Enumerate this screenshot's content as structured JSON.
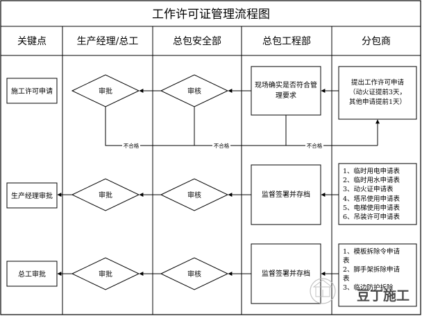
{
  "title": "工作许可证管理流程图",
  "columns": [
    "关键点",
    "生产经理/总工",
    "总包安全部",
    "总包工程部",
    "分包商"
  ],
  "key_points": [
    "施工许可申请",
    "生产经理审批",
    "总工审批"
  ],
  "row1": {
    "manager": "审批",
    "safety": "审核",
    "engineering": [
      "现场确实是否符合管",
      "理要求"
    ],
    "sub": [
      "提出工作许可申请",
      "（动火证提前3天，",
      "其他申请提前1天）"
    ],
    "reject": "不合格"
  },
  "row2": {
    "manager": "审批",
    "safety": "审核",
    "engineering": "监督签署并存档",
    "sub": [
      "1、临时用电申请表",
      "2、临时用水申请表",
      "3、动火证申请表",
      "4、塔吊使用申请表",
      "5、电梯使用申请表",
      "6、吊装许可申请表"
    ]
  },
  "row3": {
    "manager": "审批",
    "safety": "审核",
    "engineering": "监督签署并存档",
    "sub": [
      "1、模板拆除令申请",
      "表",
      "2、脚手架拆除申请",
      "表",
      "3、临边防护拆除"
    ]
  },
  "watermark": "豆丁施工"
}
